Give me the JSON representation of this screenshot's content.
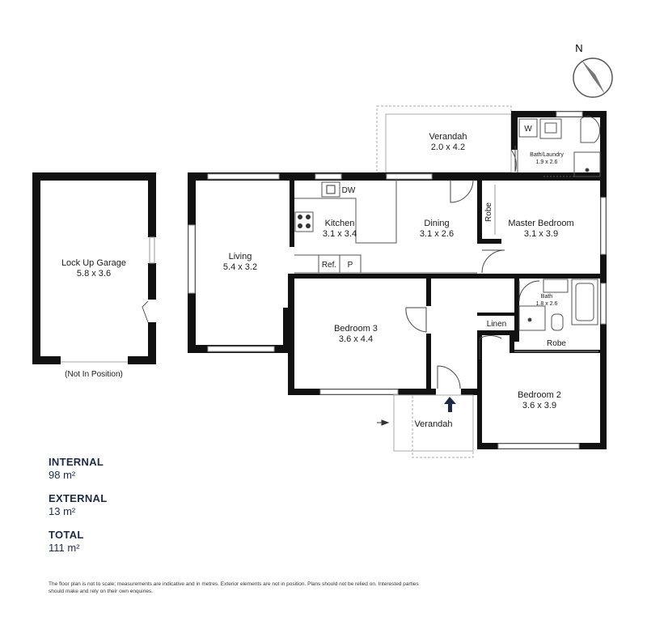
{
  "compass": {
    "north_label": "N"
  },
  "rooms": [
    {
      "id": "garage",
      "name": "Lock Up Garage",
      "dims": "5.8 x 3.6"
    },
    {
      "id": "living",
      "name": "Living",
      "dims": "5.4 x 3.2"
    },
    {
      "id": "kitchen",
      "name": "Kitchen",
      "dims": "3.1 x 3.4"
    },
    {
      "id": "dining",
      "name": "Dining",
      "dims": "3.1 x 2.6"
    },
    {
      "id": "verandah-top",
      "name": "Verandah",
      "dims": "2.0 x 4.2"
    },
    {
      "id": "bath-laundry",
      "name": "Bath/Laundry",
      "dims": "1.9 x 2.6"
    },
    {
      "id": "master-bedroom",
      "name": "Master Bedroom",
      "dims": "3.1 x 3.9"
    },
    {
      "id": "bedroom-3",
      "name": "Bedroom 3",
      "dims": "3.6 x 4.4"
    },
    {
      "id": "bath",
      "name": "Bath",
      "dims": "1.8 x 2.6"
    },
    {
      "id": "bedroom-2",
      "name": "Bedroom 2",
      "dims": "3.6 x 3.9"
    }
  ],
  "labels": {
    "garage_note": "(Not In Position)",
    "verandah_entry": "Verandah",
    "dw": "DW",
    "ref": "Ref.",
    "pantry": "P",
    "w": "W",
    "robe_master": "Robe",
    "robe_bed2": "Robe",
    "linen": "Linen"
  },
  "areas": {
    "internal": {
      "label": "INTERNAL",
      "value": "98 m²"
    },
    "external": {
      "label": "EXTERNAL",
      "value": "13 m²"
    },
    "total": {
      "label": "TOTAL",
      "value": "111 m²"
    }
  },
  "disclaimer": "The floor plan is not to scale; measurements are indicative and in metres. Exterior elements are not in position. Plans should not be relied on. Interested parties should make and rely on their own enquiries.",
  "colors": {
    "wall": "#111111",
    "accent": "#1c2a4a"
  }
}
